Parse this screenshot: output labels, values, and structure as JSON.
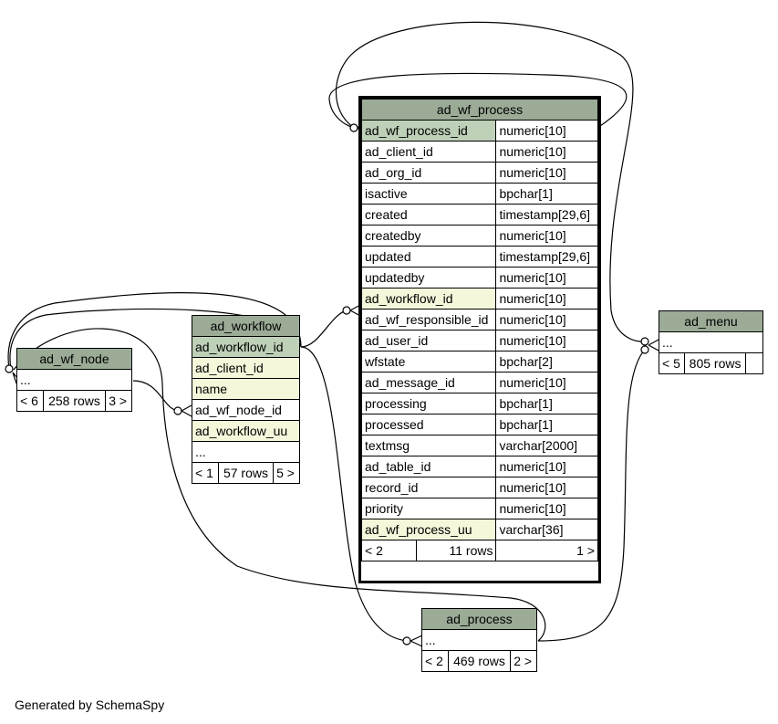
{
  "tables": {
    "ad_wf_process": {
      "name": "ad_wf_process",
      "columns": [
        {
          "name": "ad_wf_process_id",
          "type": "numeric[10]",
          "kind": "pk"
        },
        {
          "name": "ad_client_id",
          "type": "numeric[10]",
          "kind": ""
        },
        {
          "name": "ad_org_id",
          "type": "numeric[10]",
          "kind": ""
        },
        {
          "name": "isactive",
          "type": "bpchar[1]",
          "kind": ""
        },
        {
          "name": "created",
          "type": "timestamp[29,6]",
          "kind": ""
        },
        {
          "name": "createdby",
          "type": "numeric[10]",
          "kind": ""
        },
        {
          "name": "updated",
          "type": "timestamp[29,6]",
          "kind": ""
        },
        {
          "name": "updatedby",
          "type": "numeric[10]",
          "kind": ""
        },
        {
          "name": "ad_workflow_id",
          "type": "numeric[10]",
          "kind": "idx"
        },
        {
          "name": "ad_wf_responsible_id",
          "type": "numeric[10]",
          "kind": ""
        },
        {
          "name": "ad_user_id",
          "type": "numeric[10]",
          "kind": ""
        },
        {
          "name": "wfstate",
          "type": "bpchar[2]",
          "kind": ""
        },
        {
          "name": "ad_message_id",
          "type": "numeric[10]",
          "kind": ""
        },
        {
          "name": "processing",
          "type": "bpchar[1]",
          "kind": ""
        },
        {
          "name": "processed",
          "type": "bpchar[1]",
          "kind": ""
        },
        {
          "name": "textmsg",
          "type": "varchar[2000]",
          "kind": ""
        },
        {
          "name": "ad_table_id",
          "type": "numeric[10]",
          "kind": ""
        },
        {
          "name": "record_id",
          "type": "numeric[10]",
          "kind": ""
        },
        {
          "name": "priority",
          "type": "numeric[10]",
          "kind": ""
        },
        {
          "name": "ad_wf_process_uu",
          "type": "varchar[36]",
          "kind": "idx"
        }
      ],
      "parents": "< 2",
      "rows": "11 rows",
      "children": "1 >"
    },
    "ad_workflow": {
      "name": "ad_workflow",
      "columns": [
        {
          "name": "ad_workflow_id",
          "kind": "pk"
        },
        {
          "name": "ad_client_id",
          "kind": "idx"
        },
        {
          "name": "name",
          "kind": "idx"
        },
        {
          "name": "ad_wf_node_id",
          "kind": ""
        },
        {
          "name": "ad_workflow_uu",
          "kind": "idx"
        },
        {
          "name": "...",
          "kind": ""
        }
      ],
      "parents": "< 1",
      "rows": "57 rows",
      "children": "5 >"
    },
    "ad_wf_node": {
      "name": "ad_wf_node",
      "ellipsis": "...",
      "parents": "< 6",
      "rows": "258 rows",
      "children": "3 >"
    },
    "ad_menu": {
      "name": "ad_menu",
      "ellipsis": "...",
      "parents": "< 5",
      "rows": "805 rows",
      "children": ""
    },
    "ad_process": {
      "name": "ad_process",
      "ellipsis": "...",
      "parents": "< 2",
      "rows": "469 rows",
      "children": "2 >"
    }
  },
  "footer": "Generated by SchemaSpy",
  "colors": {
    "header": "#9bab96",
    "primary_key": "#bed1b8",
    "indexed": "#f4f7da",
    "line": "#000000"
  }
}
